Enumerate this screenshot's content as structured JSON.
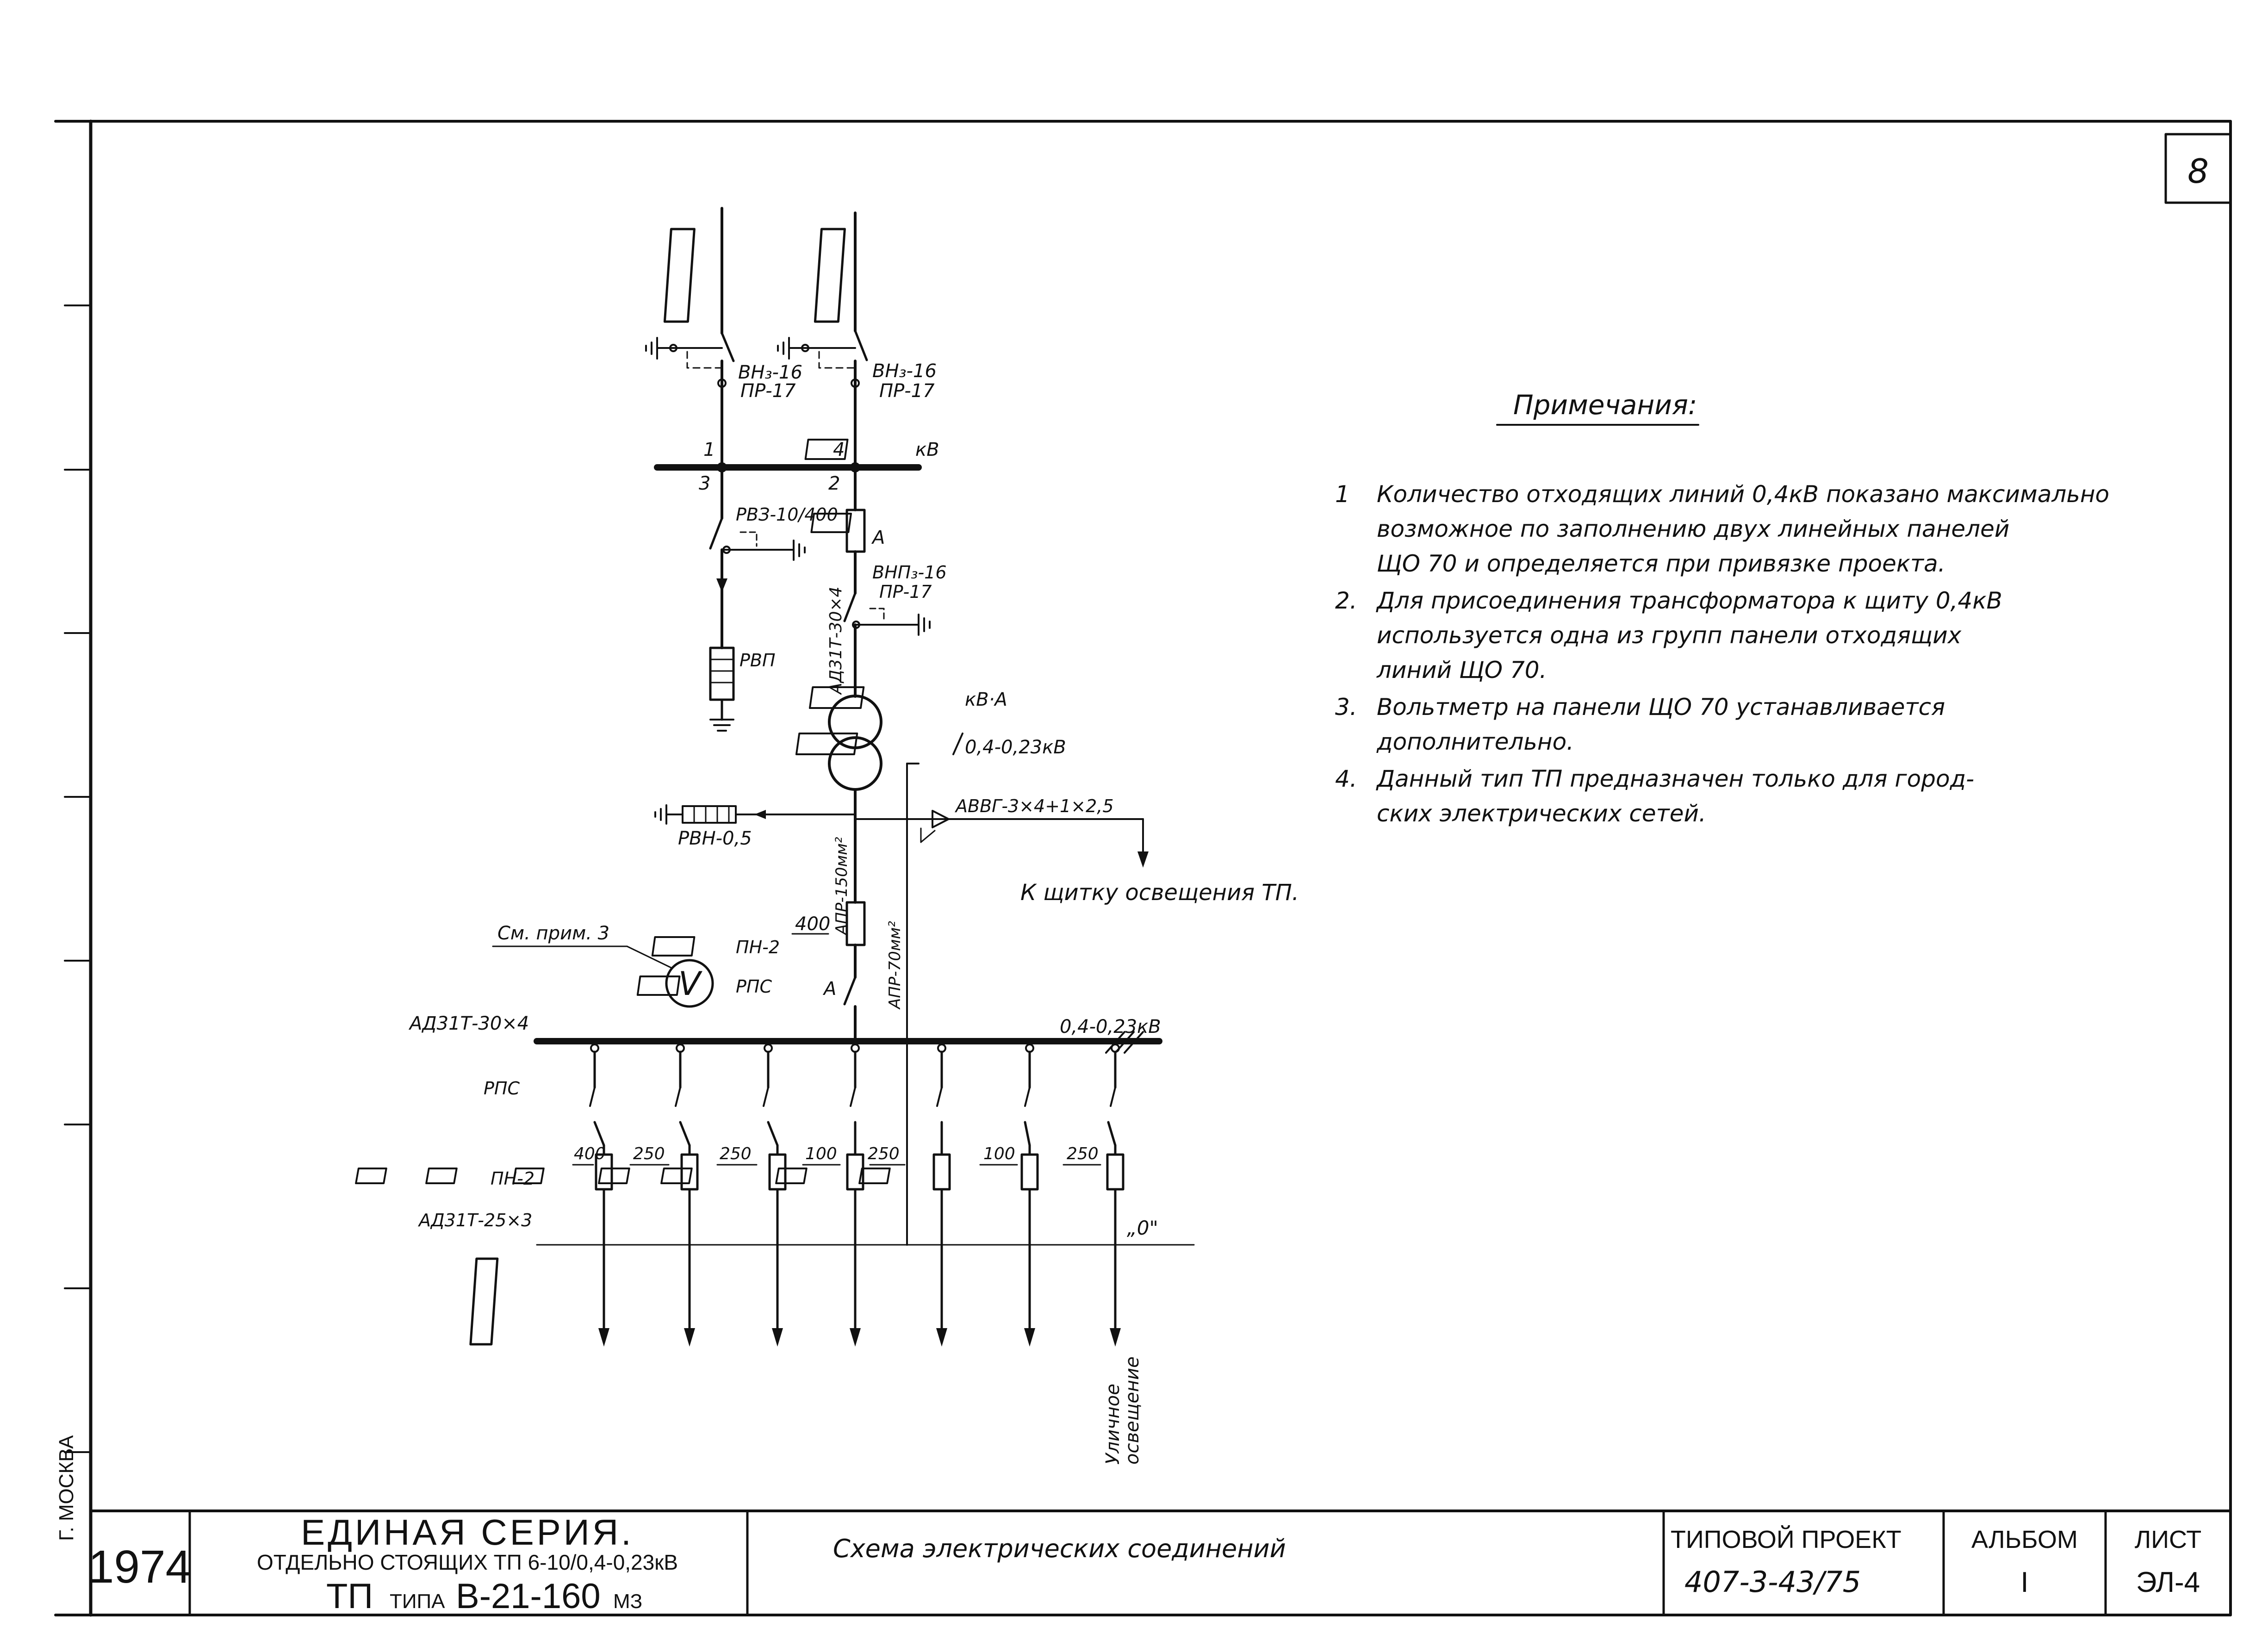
{
  "sheet": {
    "number": "8",
    "city_mark": "Г. МОСКВА"
  },
  "notes": {
    "heading": "Примечания:",
    "items": [
      {
        "num": "1",
        "lines": [
          "Количество отходящих линий 0,4кВ показано максимально",
          "возможное по заполнению двух линейных панелей",
          "ЩО 70 и определяется при привязке проекта."
        ]
      },
      {
        "num": "2.",
        "lines": [
          "Для присоединения трансформатора к щиту 0,4кВ",
          "используется одна из групп панели отходящих",
          "линий ЩО 70."
        ]
      },
      {
        "num": "3.",
        "lines": [
          "Вольтметр на панели ЩО 70 устанавливается",
          "дополнительно."
        ]
      },
      {
        "num": "4.",
        "lines": [
          "Данный тип ТП предназначен только для город-",
          "ских электрических сетей."
        ]
      }
    ]
  },
  "diagram": {
    "switch_left": "ВН₃-16",
    "fuse_left": "ПР-17",
    "switch_right": "ВН₃-16",
    "fuse_right": "ПР-17",
    "bus_node_1": "1",
    "bus_node_3": "3",
    "bus_node_4": "4",
    "bus_node_2": "2",
    "kv_box": "кВ",
    "amp_box": "А",
    "arrester_switch": "РВЗ-10/400",
    "arrester": "РВП",
    "load_switch": "ВНП₃-16",
    "load_fuse": "ПР-17",
    "hv_cable": "АД31Т-30×4",
    "kva_box": "кВ·А",
    "voltage_box": "0,4-0,23кВ",
    "lv_arrester": "РВН-0,5",
    "lighting_cable": "АВВГ-3×4+1×2,5",
    "lighting_target": "К щитку освещения ТП.",
    "main_cable": "АПР-150мм²",
    "neutral_cable": "АПР-70мм²",
    "fuse_rating_main": "400",
    "fuse_type_main": "ПН-2",
    "breaker_main": "РПС",
    "breaker_unit": "А",
    "voltmeter": "V",
    "voltmeter_note": "См. прим. 3",
    "lv_bus_cable": "АД31Т-30×4",
    "lv_bus_voltage": "0,4-0,23кВ",
    "feeder_switch": "РПС",
    "feeder_fuse_type": "ПН-2",
    "feeder_ratings": [
      "400",
      "250",
      "250",
      "100",
      "250",
      "100",
      "250"
    ],
    "feeder_cable": "АД31Т-25×3",
    "neutral_mark": "„0\"",
    "street_lighting_1": "Уличное",
    "street_lighting_2": "освещение"
  },
  "title_block": {
    "year": "1974",
    "series": "ЕДИНАЯ СЕРИЯ.",
    "subtitle": "ОТДЕЛЬНО СТОЯЩИХ ТП 6-10/0,4-0,23кВ",
    "tp_type_prefix": "ТП",
    "tp_type_word": "ТИПА",
    "tp_type_code": "В-21-160",
    "tp_type_suffix": "МЗ",
    "sheet_title": "Схема электрических соединений",
    "project_label": "ТИПОВОЙ ПРОЕКТ",
    "project_number": "407-3-43/75",
    "album_label": "АЛЬБОМ",
    "album_value": "I",
    "sheet_label": "ЛИСТ",
    "sheet_value": "ЭЛ-4"
  }
}
